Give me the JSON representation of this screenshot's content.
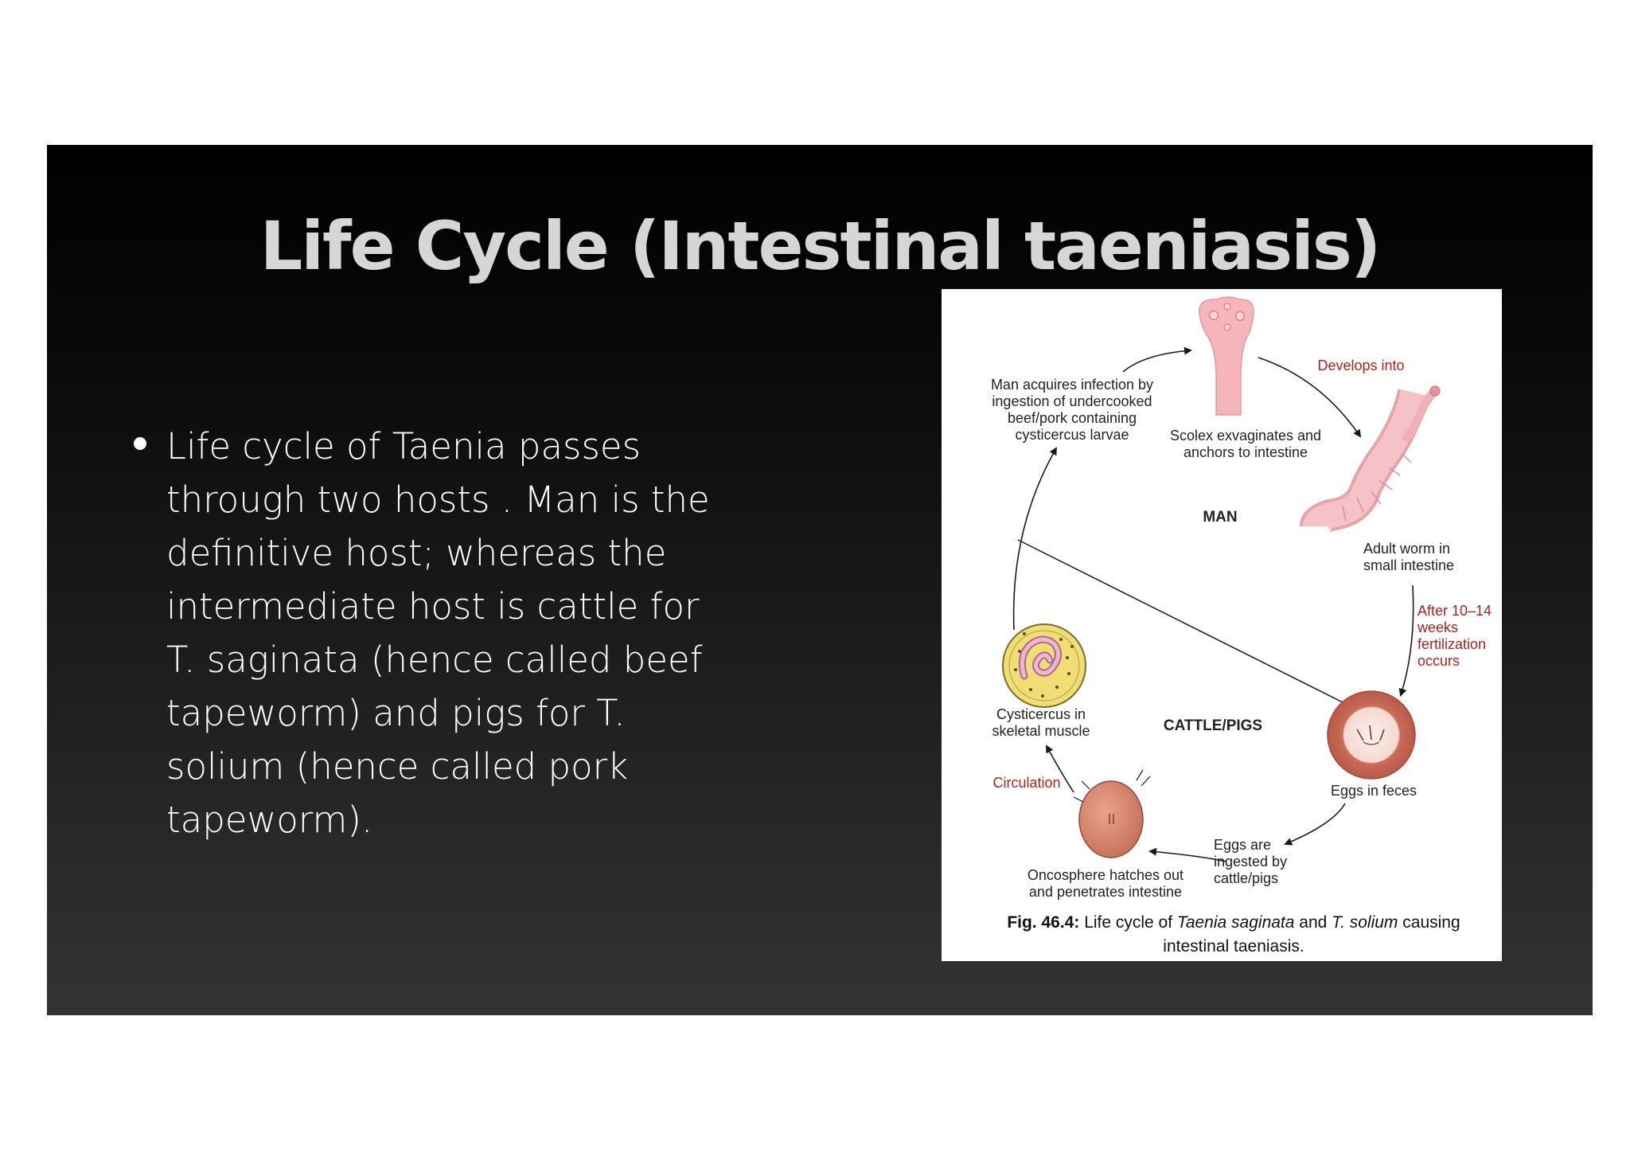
{
  "slide": {
    "title": "Life Cycle (Intestinal taeniasis)",
    "bullet": "Life cycle of Taenia passes through two hosts . Man is the definitive host; whereas the intermediate host is cattle for T. saginata (hence called beef tapeworm) and pigs for T. solium (hence called pork tapeworm)."
  },
  "figure": {
    "labels": {
      "man_acquires": "Man acquires infection by ingestion of undercooked beef/pork containing cysticercus larvae",
      "scolex": "Scolex exvaginates and anchors to intestine",
      "develops_into": "Develops into",
      "man": "MAN",
      "adult_worm": "Adult worm in small intestine",
      "after_weeks": "After 10–14 weeks fertilization occurs",
      "cysticercus": "Cysticercus in skeletal muscle",
      "cattle_pigs": "CATTLE/PIGS",
      "circulation": "Circulation",
      "eggs_in_feces": "Eggs in feces",
      "eggs_ingested": "Eggs are ingested by cattle/pigs",
      "oncosphere": "Oncosphere hatches out and penetrates intestine"
    },
    "caption": {
      "fig_number": "Fig. 46.4:",
      "text_1": "Life cycle of",
      "species_1": "Taenia saginata",
      "text_2": "and",
      "species_2": "T. solium",
      "text_3": "causing intestinal taeniasis."
    },
    "colors": {
      "label_red": "#b0201e",
      "worm_pink": "#f4b6bb",
      "cyst_yellow": "#f0de74",
      "oncosphere_brown": "#d98a73",
      "egg_shell": "#cc7462"
    }
  }
}
